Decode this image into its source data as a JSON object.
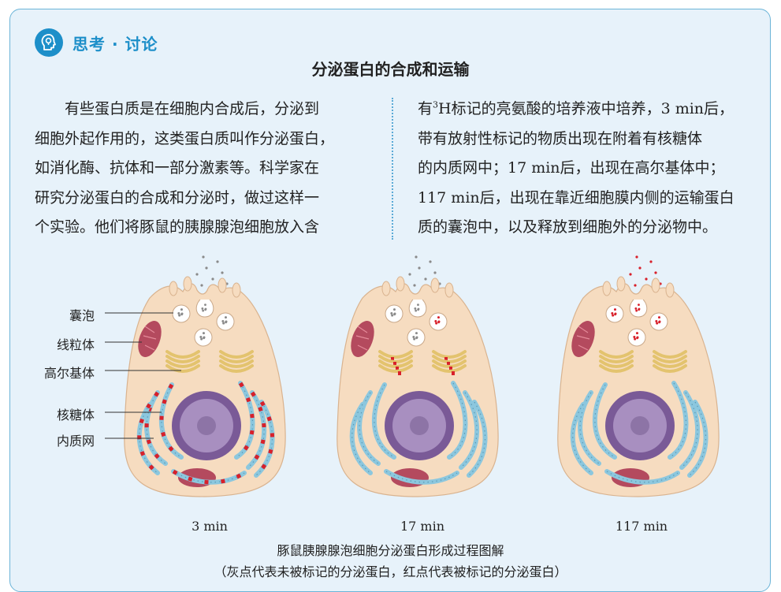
{
  "header": {
    "label": "思考 · 讨论",
    "icon": "lightbulb-head-icon"
  },
  "title": "分泌蛋白的合成和运输",
  "left_lines": [
    "有些蛋白质是在细胞内合成后，分泌到",
    "细胞外起作用的，这类蛋白质叫作分泌蛋白，",
    "如消化酶、抗体和一部分激素等。科学家在",
    "研究分泌蛋白的合成和分泌时，做过这样一",
    "个实验。他们将豚鼠的胰腺腺泡细胞放入含"
  ],
  "right": {
    "line1_prefix": "有",
    "line1_sup": "3",
    "line1_rest": "H标记的亮氨酸的培养液中培养，3 min后，",
    "lines": [
      "带有放射性标记的物质出现在附着有核糖体",
      "的内质网中；17 min后，出现在高尔基体中；",
      "117 min后，出现在靠近细胞膜内侧的运输蛋白",
      "质的囊泡中，以及释放到细胞外的分泌物中。"
    ]
  },
  "labels": [
    "囊泡",
    "线粒体",
    "高尔基体",
    "核糖体",
    "内质网"
  ],
  "time_labels": [
    "3 min",
    "17 min",
    "117 min"
  ],
  "caption": "豚鼠胰腺腺泡细胞分泌蛋白形成过程图解",
  "caption_note": "（灰点代表未被标记的分泌蛋白，红点代表被标记的分泌蛋白）",
  "colors": {
    "accent": "#1d8fc9",
    "cell_fill": "#f6dcc0",
    "er": "#8cc7de",
    "nucleus": "#7a5a97",
    "mitochondria": "#b44a5e",
    "golgi": "#e3c36e",
    "labeled": "#d8202a",
    "unlabeled": "#8a8a8a"
  }
}
